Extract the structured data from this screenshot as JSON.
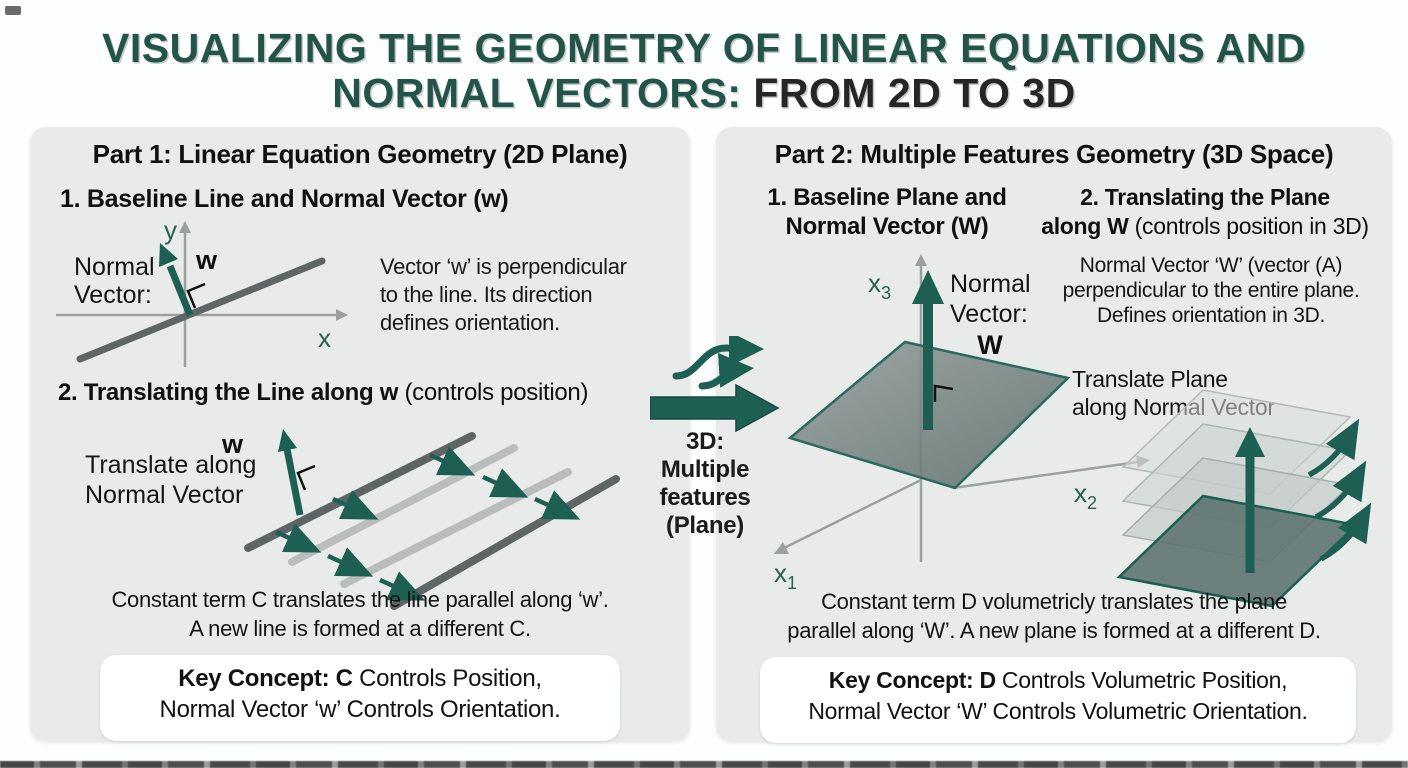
{
  "colors": {
    "teal_accent": "#1d5f52",
    "title_teal": "#235449",
    "title_dark": "#262626",
    "panel_bg": "#e8ebe9",
    "axis_gray": "#9ba1a0",
    "line_dark": "#5f6464",
    "line_light": "#b9bdbc"
  },
  "title": {
    "line1": "VISUALIZING THE GEOMETRY OF LINEAR EQUATIONS AND",
    "line2_teal": "NORMAL VECTORS:",
    "line2_dark": " FROM 2D TO 3D"
  },
  "part1": {
    "title": "Part 1: Linear Equation Geometry (2D Plane)",
    "section1": {
      "heading": "1. Baseline Line and Normal Vector (w)",
      "labels": {
        "y": "y",
        "x": "x",
        "normal1": "Normal",
        "normal2": "Vector:",
        "w": "w"
      },
      "caption_lines": [
        "Vector ‘w’ is perpendicular",
        "to the line. Its direction",
        "defines orientation."
      ]
    },
    "section2": {
      "heading_bold": "2. Translating the Line along w",
      "heading_rest": " (controls position)",
      "labels": {
        "w": "w",
        "translate1": "Translate along",
        "translate2": "Normal Vector"
      }
    },
    "footer_lines": [
      "Constant term C translates the line parallel along ‘w’.",
      "A new line is formed at a different C."
    ],
    "key_concept": {
      "lead": "Key Concept: C",
      "rest": " Controls Position,",
      "line2": "Normal Vector ‘w’ Controls Orientation."
    }
  },
  "connector": {
    "label_lines": [
      "3D:",
      "Multiple",
      "features",
      "(Plane)"
    ]
  },
  "part2": {
    "title": "Part 2: Multiple Features Geometry (3D Space)",
    "col1_heading_lines": [
      "1. Baseline Plane and",
      "Normal Vector (W)"
    ],
    "col2_heading": {
      "bold1": "2. Translating the Plane",
      "bold2": "along W",
      "rest": " (controls position in 3D)"
    },
    "axes": {
      "x1": "x",
      "x1_sub": "1",
      "x2": "x",
      "x2_sub": "2",
      "x3": "x",
      "x3_sub": "3"
    },
    "normal_labels": {
      "l1": "Normal",
      "l2": "Vector:",
      "w": "W"
    },
    "caption_lines": [
      "Normal Vector ‘W’ (vector (A)",
      "perpendicular to the entire plane.",
      "Defines orientation in 3D."
    ],
    "translate_lines": [
      "Translate Plane",
      "along Normal Vector"
    ],
    "footer_lines": [
      "Constant term D volumetricly translates the plane",
      "parallel along ‘W’. A new plane is formed at a different D."
    ],
    "key_concept": {
      "lead": "Key Concept: D",
      "rest": " Controls Volumetric Position,",
      "line2": "Normal Vector ‘W’ Controls Volumetric Orientation."
    }
  }
}
